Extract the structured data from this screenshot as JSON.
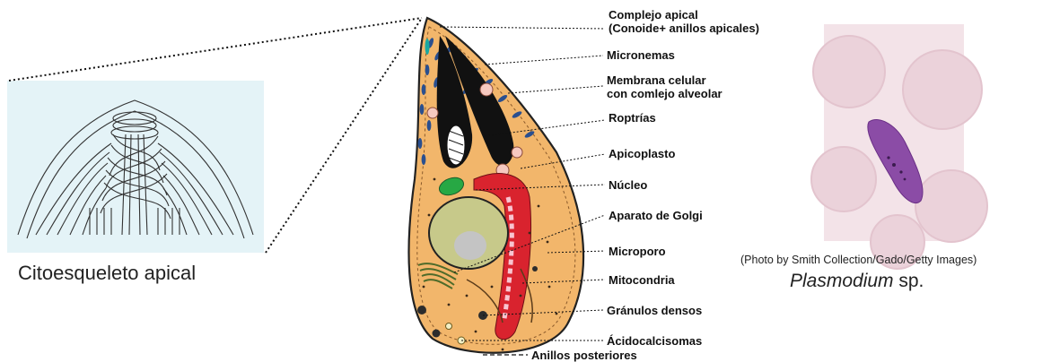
{
  "cytoskeleton": {
    "caption": "Citoesqueleto apical"
  },
  "parasite": {
    "labels": [
      {
        "id": "complejo-apical",
        "lines": [
          "Complejo apical",
          "(Conoide+ anillos apicales)"
        ]
      },
      {
        "id": "micronemas",
        "lines": [
          "Micronemas"
        ]
      },
      {
        "id": "membrana",
        "lines": [
          "Membrana celular",
          "con comlejo alveolar"
        ]
      },
      {
        "id": "roptrias",
        "lines": [
          "Roptrías"
        ]
      },
      {
        "id": "apicoplasto",
        "lines": [
          "Apicoplasto"
        ]
      },
      {
        "id": "nucleo",
        "lines": [
          "Núcleo"
        ]
      },
      {
        "id": "golgi",
        "lines": [
          "Aparato de Golgi"
        ]
      },
      {
        "id": "microporo",
        "lines": [
          "Microporo"
        ]
      },
      {
        "id": "mitocondria",
        "lines": [
          "Mitocondria"
        ]
      },
      {
        "id": "granulos",
        "lines": [
          "Gránulos densos"
        ]
      },
      {
        "id": "acidocalcisomas",
        "lines": [
          "Ácidocalcisomas"
        ]
      },
      {
        "id": "anillos-posteriores",
        "lines": [
          "Anillos posteriores"
        ]
      }
    ]
  },
  "photo": {
    "credit": "(Photo by Smith Collection/Gado/Getty Images)",
    "species_genus": "Plasmodium",
    "species_suffix": " sp."
  },
  "colors": {
    "cell_body": "#f2b66b",
    "rhoptry": "#111111",
    "micronemes": "#2a4f8f",
    "mitochondrion": "#d9232e",
    "apicoplast": "#27a844",
    "nucleus": "#c7c98a",
    "nucleolus": "#c4c4c4",
    "cytoskeleton_bg": "#e4f3f7",
    "photo_bg": "#f3e3e8",
    "parasite_stain": "#8b4ca6"
  }
}
